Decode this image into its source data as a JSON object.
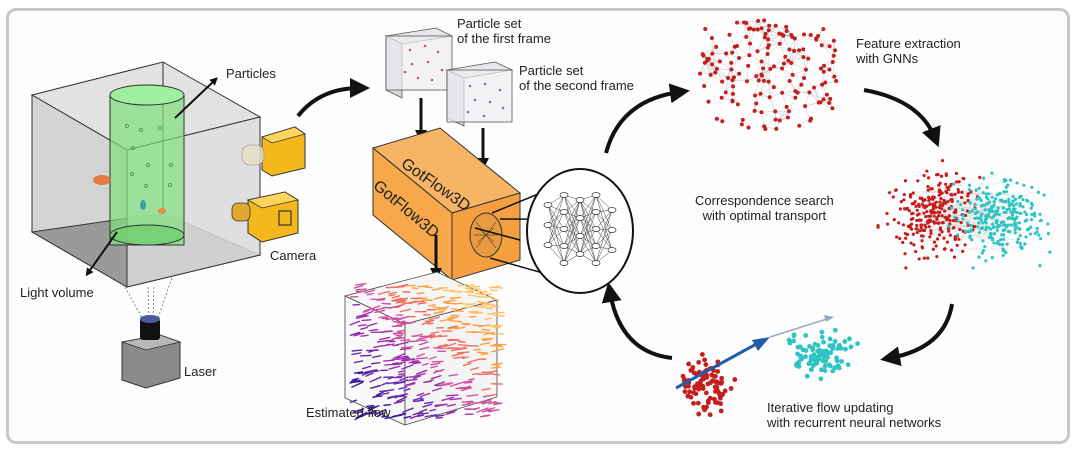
{
  "figure": {
    "labels": {
      "particles": "Particles",
      "camera": "Camera",
      "light_volume": "Light volume",
      "laser": "Laser",
      "particle_set_first": "Particle set\nof the first frame",
      "particle_set_second": "Particle set\nof the second frame",
      "model_name_top": "GotFlow3D",
      "model_name_side": "GotFlow3D",
      "estimated_flow": "Estimated flow",
      "feature_extraction": "Feature extraction\nwith GNNs",
      "correspondence_search": "Correspondence search\nwith optimal transport",
      "iterative_flow": "Iterative flow updating\nwith recurrent neural networks"
    },
    "colors": {
      "light_volume": "#7fe07f",
      "camera": "#f5b81c",
      "model_box": "#f7a84a",
      "particle_red": "#c41e1e",
      "particle_cyan": "#2ec4c4",
      "flow_arrow": "#1f5fa8",
      "frame_border": "#c8c8c8"
    }
  }
}
